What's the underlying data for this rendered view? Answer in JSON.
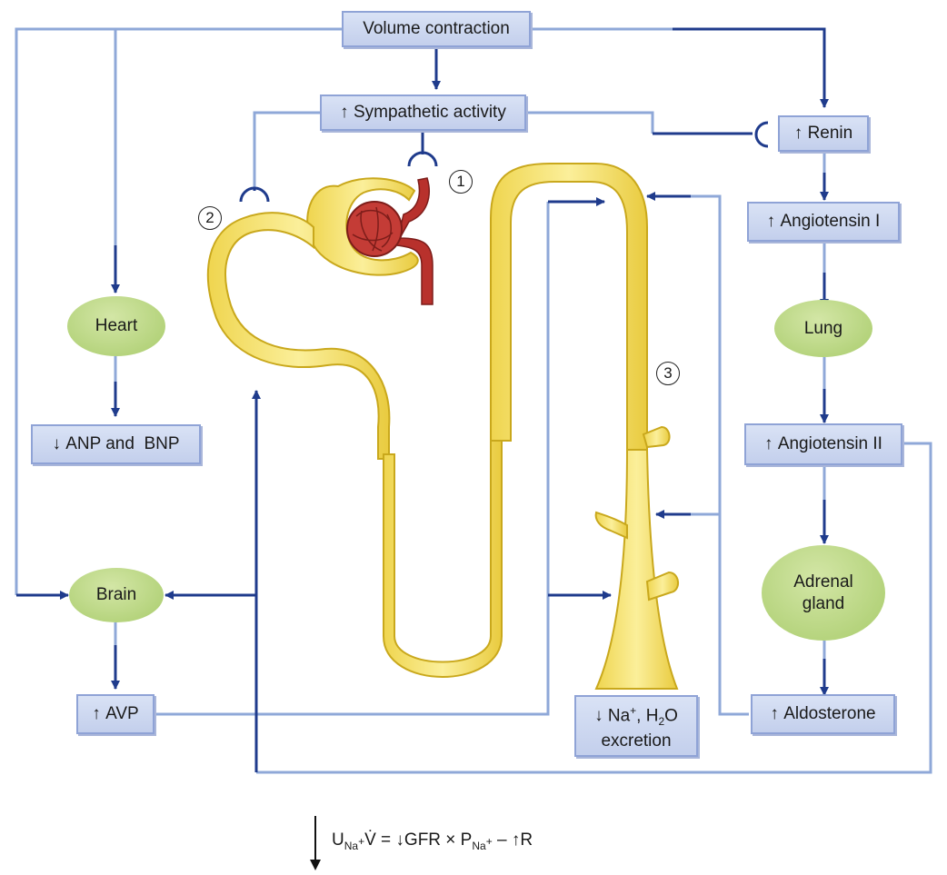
{
  "boxes": {
    "volume_contraction": "Volume contraction",
    "sympathetic": "Sympathetic activity",
    "renin": "Renin",
    "angiotensin1": "Angiotensin I",
    "angiotensin2": "Angiotensin II",
    "aldosterone": "Aldosterone",
    "anp_bnp": "ANP and  BNP",
    "avp": "AVP",
    "excretion_line1_a": "Na",
    "excretion_line1_b": ", H",
    "excretion_line1_c": "O",
    "excretion_line2": "excretion"
  },
  "symbols": {
    "up": "↑",
    "down": "↓",
    "plus": "+",
    "two": "2"
  },
  "ellipses": {
    "heart": "Heart",
    "brain": "Brain",
    "lung": "Lung",
    "adrenal_1": "Adrenal",
    "adrenal_2": "gland"
  },
  "markers": [
    "1",
    "2",
    "3"
  ],
  "formula": {
    "u": "U",
    "na_sub": "Na",
    "sup_plus": "+",
    "v": "V̇ = ",
    "down": "↓",
    "gfr": "GFR × P",
    "minus": " – ",
    "up": "↑",
    "r": "R"
  },
  "colors": {
    "dark_arrow": "#1f3b8c",
    "light_line": "#8fa8d8",
    "nephron": "#f4e27a",
    "vessel": "#b8312c",
    "ellipse": "#b3d178",
    "box": "#c9d4ef"
  }
}
